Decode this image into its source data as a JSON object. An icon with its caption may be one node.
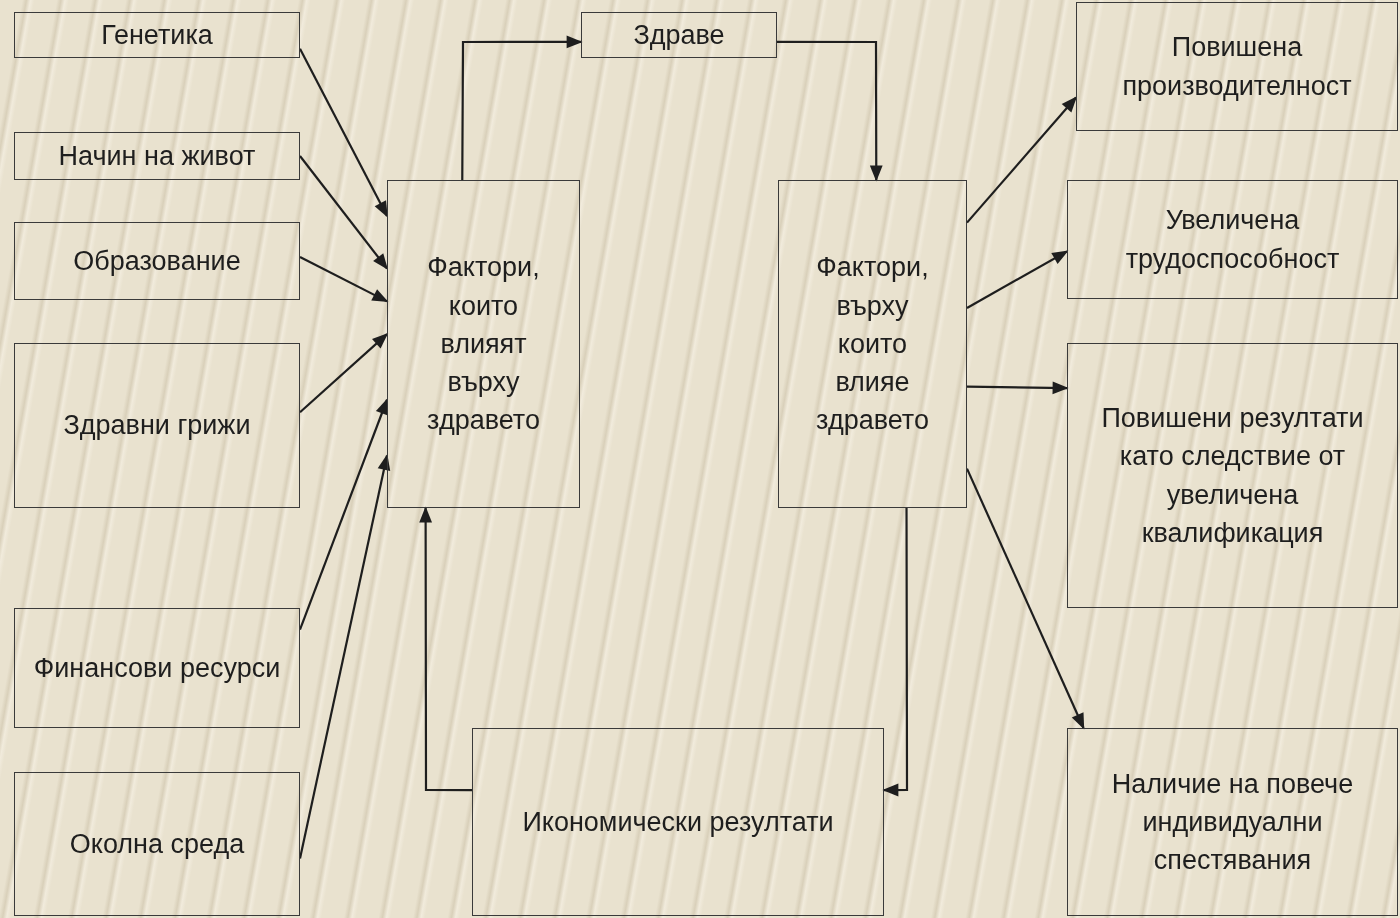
{
  "diagram": {
    "nodes": [
      {
        "text": [
          "Генетика"
        ]
      },
      {
        "text": [
          "Начин на живот"
        ]
      },
      {
        "text": [
          "Образование"
        ]
      },
      {
        "text": [
          "Здравни грижи"
        ]
      },
      {
        "text": [
          "Финансови ресурси"
        ]
      },
      {
        "text": [
          "Околна среда"
        ]
      },
      {
        "text": [
          "Фактори, които влияят върху здравето"
        ]
      },
      {
        "text": [
          "Здраве"
        ]
      },
      {
        "text": [
          "Фактори, върху които влияе здравето"
        ]
      },
      {
        "text": [
          "Икономически резултати"
        ]
      },
      {
        "text": [
          "Повишена производителност"
        ]
      },
      {
        "text": [
          "Увеличена трудоспособност"
        ]
      },
      {
        "text": [
          "Повишени резултати като следствие от увеличена квалификация"
        ]
      },
      {
        "text": [
          "Наличие на повече индивидуални спестявания"
        ]
      }
    ],
    "edges": [
      {
        "from": 0,
        "to": 6,
        "arrow": "to"
      },
      {
        "from": 1,
        "to": 6,
        "arrow": "to"
      },
      {
        "from": 2,
        "to": 6,
        "arrow": "to"
      },
      {
        "from": 3,
        "to": 6,
        "arrow": "to"
      },
      {
        "from": 4,
        "to": 6,
        "arrow": "to"
      },
      {
        "from": 5,
        "to": 6,
        "arrow": "to"
      },
      {
        "from": 6,
        "to": 7,
        "arrow": "to"
      },
      {
        "from": 7,
        "to": 8,
        "arrow": "to"
      },
      {
        "from": 8,
        "to": 10,
        "arrow": "to"
      },
      {
        "from": 8,
        "to": 11,
        "arrow": "to"
      },
      {
        "from": 8,
        "to": 12,
        "arrow": "to"
      },
      {
        "from": 8,
        "to": 13,
        "arrow": "to"
      },
      {
        "from": 8,
        "to": 9,
        "arrow": "to"
      },
      {
        "from": 9,
        "to": 6,
        "arrow": "to"
      }
    ]
  }
}
